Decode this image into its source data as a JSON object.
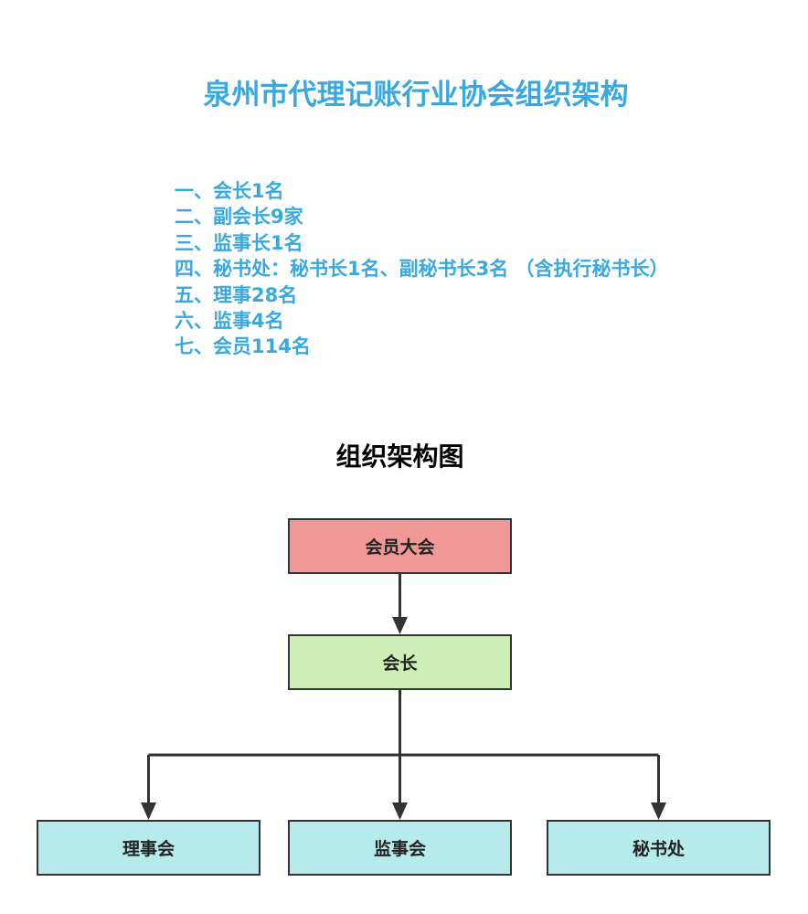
{
  "title": "泉州市代理记账行业协会组织架构",
  "summary": [
    "一、会长1名",
    "二、副会长9家",
    "三、监事长1名",
    "四、秘书处：秘书长1名、副秘书长3名 （含执行秘书长）",
    "五、理事28名",
    "六、监事4名",
    "七、会员114名"
  ],
  "chart_title": "组织架构图",
  "nodes": {
    "assembly": "会员大会",
    "president": "会长",
    "council": "理事会",
    "supervisory": "监事会",
    "secretariat": "秘书处"
  },
  "colors": {
    "title": "#3aa8de",
    "assembly": "#f09896",
    "president": "#cdeeb6",
    "children": "#b7eaea",
    "line": "#333333"
  }
}
